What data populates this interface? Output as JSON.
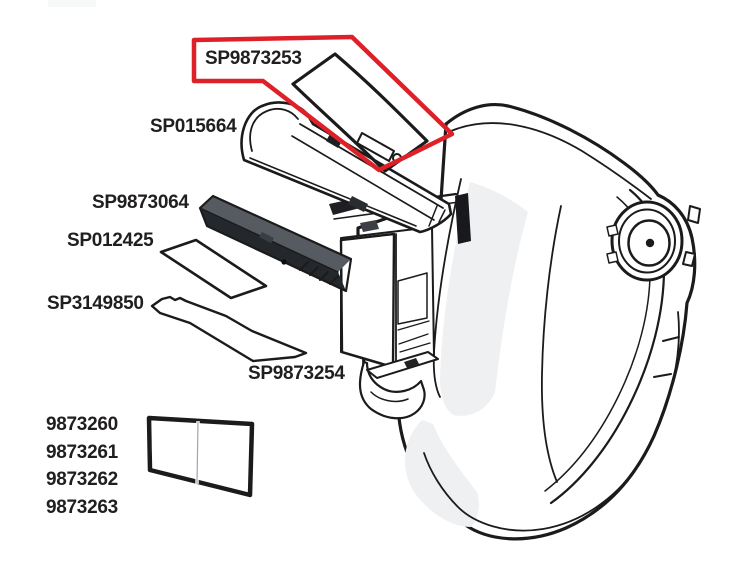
{
  "diagram": {
    "type": "exploded-parts-diagram",
    "subject": "auto-darkening welding helmet",
    "colors": {
      "highlight": "#de2128",
      "ink": "#1b1b1b",
      "lens": "#dbe7f5",
      "lens_light": "#ecf2fa",
      "cartridge_top": "#565b61",
      "cartridge_front": "#24272b",
      "shade": "#eef0f2"
    },
    "parts": [
      {
        "label": "SP9873253",
        "highlighted": true
      },
      {
        "label": "SP015664",
        "highlighted": false
      },
      {
        "label": "SP9873064",
        "highlighted": false
      },
      {
        "label": "SP012425",
        "highlighted": false
      },
      {
        "label": "SP3149850",
        "highlighted": false
      },
      {
        "label": "SP9873254",
        "highlighted": false
      }
    ],
    "variant_part_numbers": [
      "9873260",
      "9873261",
      "9873262",
      "9873263"
    ]
  }
}
